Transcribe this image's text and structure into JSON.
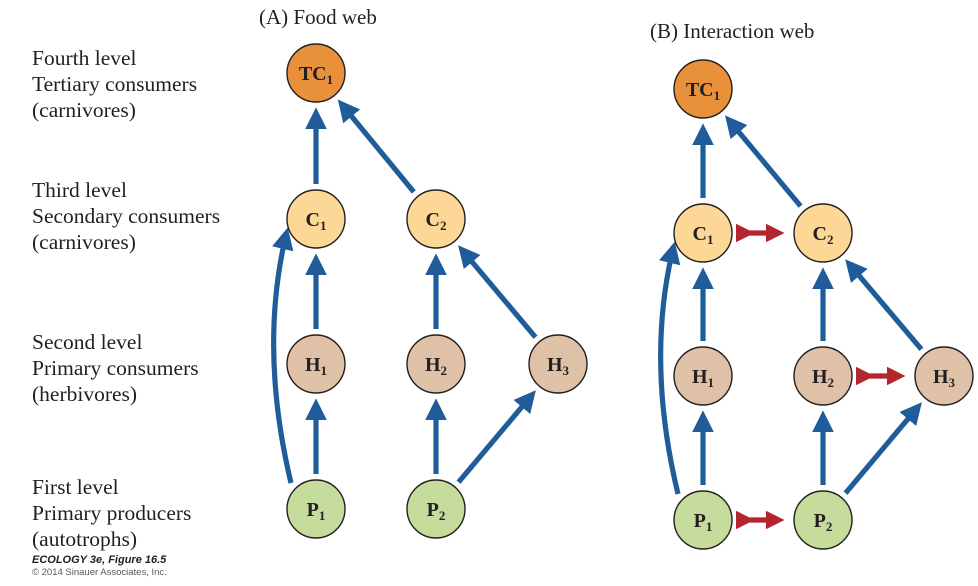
{
  "levels": [
    {
      "title": "Fourth level",
      "role": "Tertiary consumers",
      "group": "(carnivores)"
    },
    {
      "title": "Third level",
      "role": "Secondary consumers",
      "group": "(carnivores)"
    },
    {
      "title": "Second level",
      "role": "Primary consumers",
      "group": "(herbivores)"
    },
    {
      "title": "First level",
      "role": "Primary producers",
      "group": "(autotrophs)"
    }
  ],
  "panels": {
    "a": {
      "title": "(A)  Food web"
    },
    "b": {
      "title": "(B)  Interaction web"
    }
  },
  "nodes": {
    "TC1": {
      "base": "TC",
      "sub": "1",
      "fill": "#e8913a"
    },
    "C1": {
      "base": "C",
      "sub": "1",
      "fill": "#fcd796"
    },
    "C2": {
      "base": "C",
      "sub": "2",
      "fill": "#fcd796"
    },
    "H1": {
      "base": "H",
      "sub": "1",
      "fill": "#dfc1a8"
    },
    "H2": {
      "base": "H",
      "sub": "2",
      "fill": "#dfc1a8"
    },
    "H3": {
      "base": "H",
      "sub": "3",
      "fill": "#dfc1a8"
    },
    "P1": {
      "base": "P",
      "sub": "1",
      "fill": "#c6dc9c"
    },
    "P2": {
      "base": "P",
      "sub": "2",
      "fill": "#c6dc9c"
    }
  },
  "colors": {
    "feeding_arrow": "#1f5c99",
    "interaction_arrow": "#b3262e",
    "node_stroke": "#231f20"
  },
  "feeding_links": [
    {
      "from": "P1",
      "to": "H1"
    },
    {
      "from": "P1",
      "to": "C1",
      "curved": true
    },
    {
      "from": "H1",
      "to": "C1"
    },
    {
      "from": "C1",
      "to": "TC1"
    },
    {
      "from": "C2",
      "to": "TC1"
    },
    {
      "from": "P2",
      "to": "H2"
    },
    {
      "from": "P2",
      "to": "H3"
    },
    {
      "from": "H2",
      "to": "C2"
    },
    {
      "from": "H3",
      "to": "C2"
    }
  ],
  "interaction_links": [
    {
      "between": [
        "C1",
        "C2"
      ]
    },
    {
      "between": [
        "H2",
        "H3"
      ]
    },
    {
      "between": [
        "P1",
        "P2"
      ]
    }
  ],
  "credit": {
    "figure": "ECOLOGY 3e, Figure 16.5",
    "copyright": "© 2014 Sinauer Associates, Inc."
  }
}
